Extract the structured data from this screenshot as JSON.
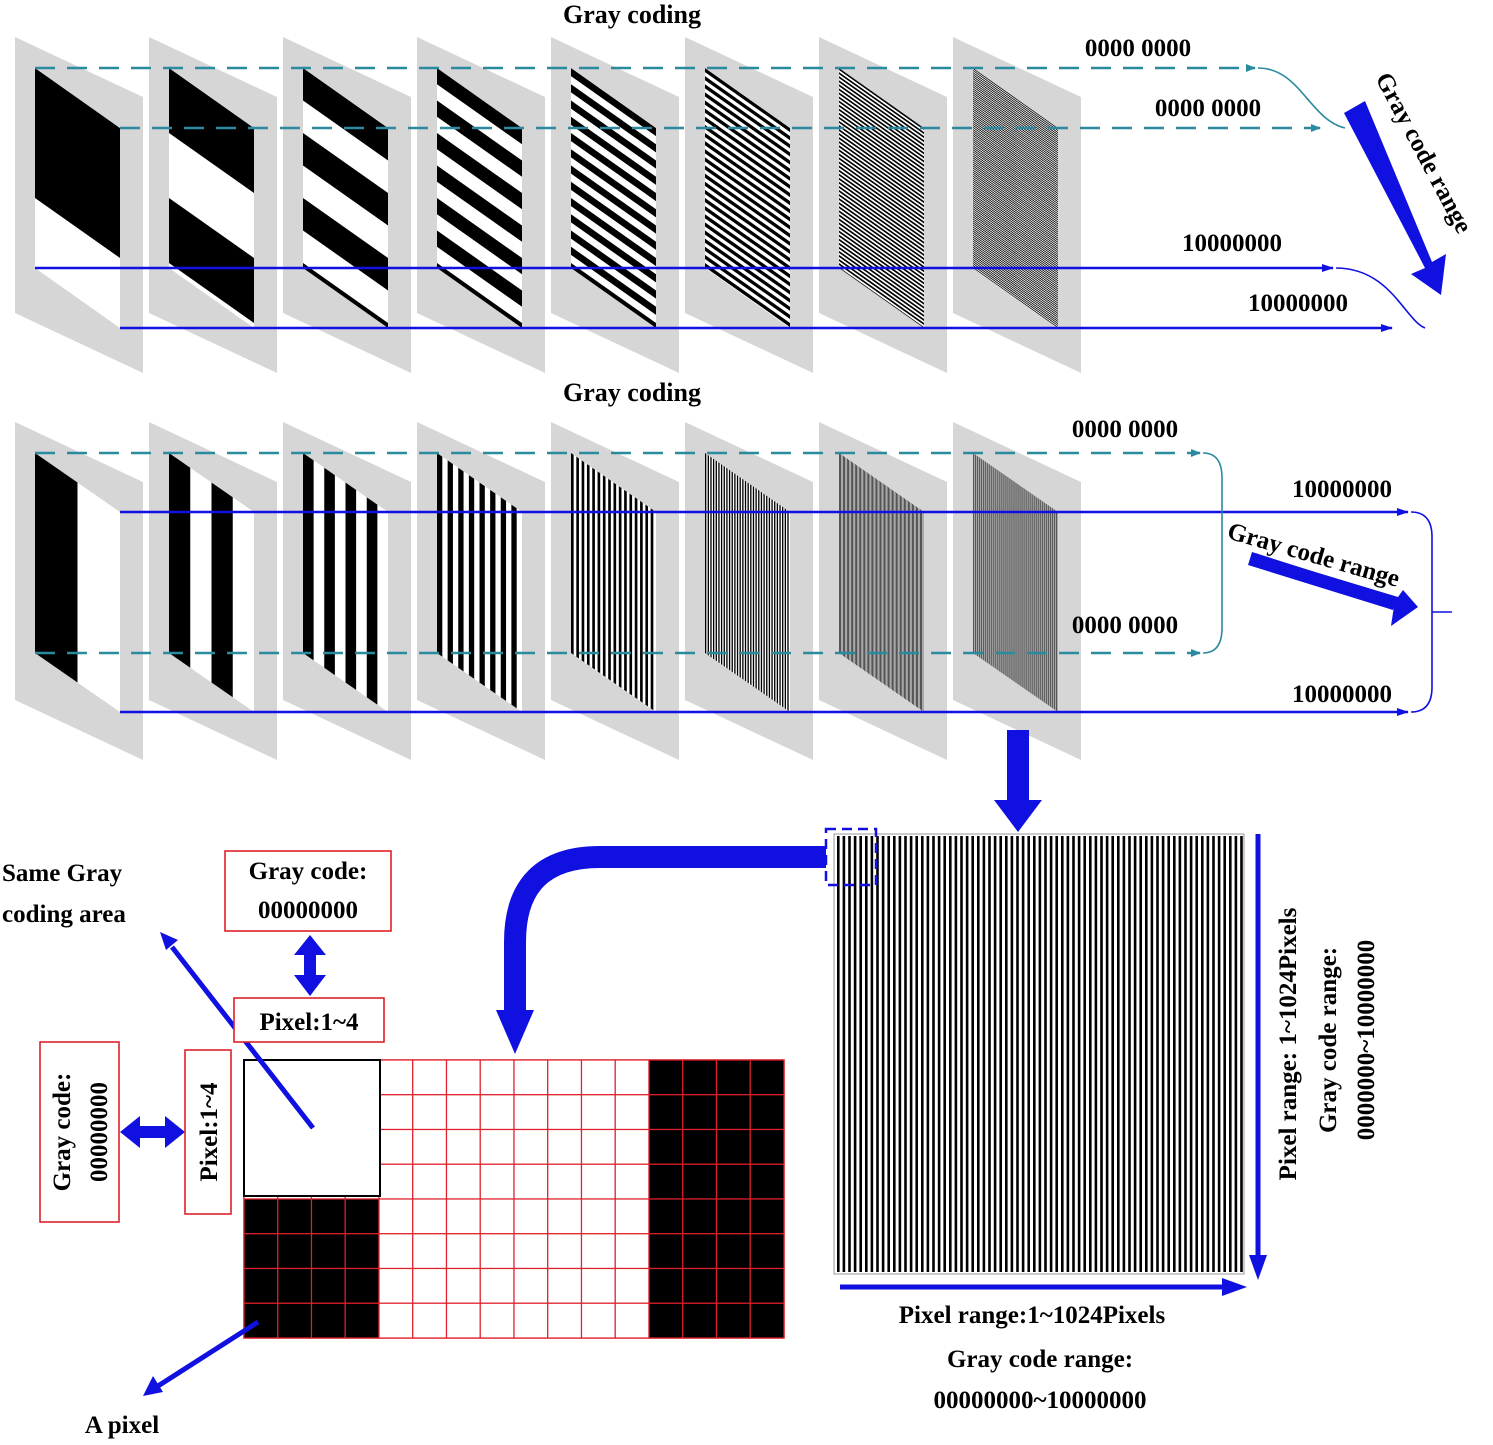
{
  "top_panel": {
    "title": "Gray coding",
    "code_dashed_upper": "0000 0000",
    "code_dashed_lower": "0000 0000",
    "code_solid_upper": "10000000",
    "code_solid_lower": "10000000",
    "range_label": "Gray code range",
    "pattern": "diagonal stripes",
    "frame_count": 8
  },
  "middle_panel": {
    "title": "Gray coding",
    "code_dashed_upper": "0000 0000",
    "code_dashed_lower": "0000 0000",
    "code_solid_upper": "10000000",
    "code_solid_lower": "10000000",
    "range_label": "Gray code range",
    "pattern": "vertical stripes",
    "frame_count": 8
  },
  "zoom_grid": {
    "same_area_label": [
      "Same Gray",
      "coding area"
    ],
    "top_gray_code": [
      "Gray code:",
      "00000000"
    ],
    "top_pixel": "Pixel:1~4",
    "left_gray_code": [
      "Gray code:",
      "00000000"
    ],
    "left_pixel": "Pixel:1~4",
    "a_pixel_label": "A pixel"
  },
  "full_image": {
    "bottom_labels": [
      "Pixel range:1~1024Pixels",
      "Gray code range:",
      "00000000~10000000"
    ],
    "right_labels": [
      "Pixel range: 1~1024Pixels",
      "Gray code range:",
      "0000000~10000000"
    ]
  },
  "colors": {
    "blue": "#1010e0",
    "teal": "#2a8a9e",
    "red": "#e0202a",
    "frame_gray": "#d6d6d6"
  }
}
